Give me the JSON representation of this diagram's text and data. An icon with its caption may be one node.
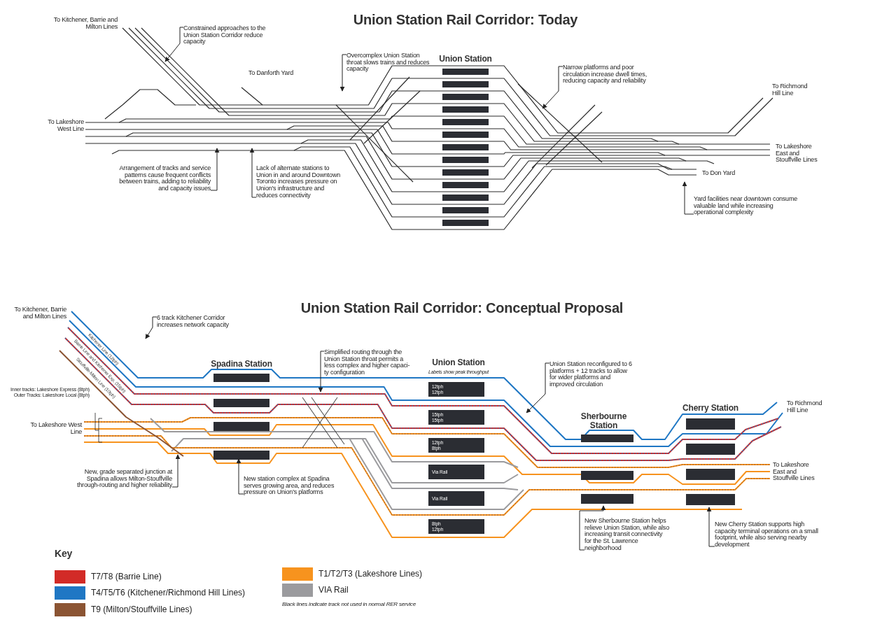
{
  "diagram": {
    "nodes": [
      {
        "text": [
          "Constrained approaches to the Union Station Corridor reduce capacity"
        ]
      },
      {
        "text": [
          "Overcomplex Union Station throat slows trains and reduces capacity"
        ]
      },
      {
        "text": [
          "Narrow platforms and poor circulation increase dwell times, reducing capacity and reliability"
        ]
      },
      {
        "text": [
          "Arrangement of tracks and service patterns cause frequent conflicts between trains, adding to reliability and capacity issues"
        ]
      },
      {
        "text": [
          "Lack of alternate stations to Union in and around Downtown Toronto increases pressure on Union's infrastructure and reduces connectivity"
        ]
      },
      {
        "text": [
          "Yard facilities near downtown consume valuable land while increasing operational complexity"
        ]
      },
      {
        "text": [
          "6 track Kitchener Corridor increases network capacity"
        ]
      },
      {
        "text": [
          "Simplified routing through the Union Station throat permits a less complex and higher capaci- ty configuration"
        ]
      },
      {
        "text": [
          "Union Station reconfigured to 6 platforms + 12 tracks to allow for wider platforms and improved circulation"
        ]
      },
      {
        "text": [
          "New, grade separated junction at Spadina allows Milton-Stouffville through-routing and higher reliability"
        ]
      },
      {
        "text": [
          "New station complex at Spadina serves growing area, and reduces pressure on Union's platforms"
        ]
      },
      {
        "text": [
          "New Sherbourne Station helps relieve Union Station, while also increasing transit connectivity for the St. Lawrence neighborhood"
        ]
      },
      {
        "text": [
          "New Cherry Station supports high capacity terminal operations on a small footprint, while also serving nearby development"
        ]
      },
      {
        "text": [
          "12tph",
          "12tph"
        ]
      },
      {
        "text": [
          "15tph",
          "15tph"
        ]
      },
      {
        "text": [
          "12tph",
          "8tph"
        ]
      },
      {
        "text": [
          "Via Rail"
        ]
      },
      {
        "text": [
          "Via Rail"
        ]
      },
      {
        "text": [
          "8tph",
          "12tph"
        ]
      }
    ],
    "edges": [
      {
        "from": 0,
        "to": null,
        "arrow": "to"
      },
      {
        "from": 1,
        "to": null,
        "arrow": "to"
      },
      {
        "from": 2,
        "to": null,
        "arrow": "to"
      },
      {
        "from": 3,
        "to": null,
        "arrow": "to"
      },
      {
        "from": 4,
        "to": null,
        "arrow": "to"
      },
      {
        "from": 5,
        "to": null,
        "arrow": "to"
      },
      {
        "from": 6,
        "to": null,
        "arrow": "to"
      },
      {
        "from": 7,
        "to": null,
        "arrow": "to"
      },
      {
        "from": 8,
        "to": null,
        "arrow": "to"
      },
      {
        "from": 9,
        "to": null,
        "arrow": "to"
      },
      {
        "from": 10,
        "to": null,
        "arrow": "to"
      },
      {
        "from": 11,
        "to": null,
        "arrow": "to"
      },
      {
        "from": 12,
        "to": null,
        "arrow": "to"
      }
    ],
    "labels": [
      "Union Station Rail Corridor: Today",
      "To Kitchener, Barrie and Milton Lines",
      "To Danforth Yard",
      "Union Station",
      "To Richmond Hill Line",
      "To Lakeshore West Line",
      "To Lakeshore East and Stouffville Lines",
      "To Don Yard",
      "Union Station Rail Corridor: Conceptual Proposal",
      "To Kitchener, Barrie and Milton Lines",
      "Kitchener Line (12tph)",
      "Barrie Line and Kitchener Exp. (15tph)",
      "Stouffville-Milton Line (10tph)",
      "Spadina Station",
      "Union Station",
      "Labels show peak throughput",
      "Inner tracks: Lakeshore Express (8tph) Outer Tracks: Lakeshore Local (8tph)",
      "To Lakeshore West Line",
      "Sherbourne Station",
      "Cherry Station",
      "To Richmond Hill Line",
      "To Lakeshore East and Stouffville Lines",
      "Key",
      "Black lines indicate track not used in normal RER service"
    ],
    "legend": [
      {
        "text": "T7/T8 (Barrie Line)",
        "color": "#d22b27"
      },
      {
        "text": "T4/T5/T6 (Kitchener/Richmond Hill Lines)",
        "color": "#1f77c4"
      },
      {
        "text": "T9 (Milton/Stouffville Lines)",
        "color": "#8b5433"
      },
      {
        "text": "T1/T2/T3 (Lakeshore Lines)",
        "color": "#f7931e"
      },
      {
        "text": "VIA Rail",
        "color": "#9b9b9e"
      }
    ]
  }
}
